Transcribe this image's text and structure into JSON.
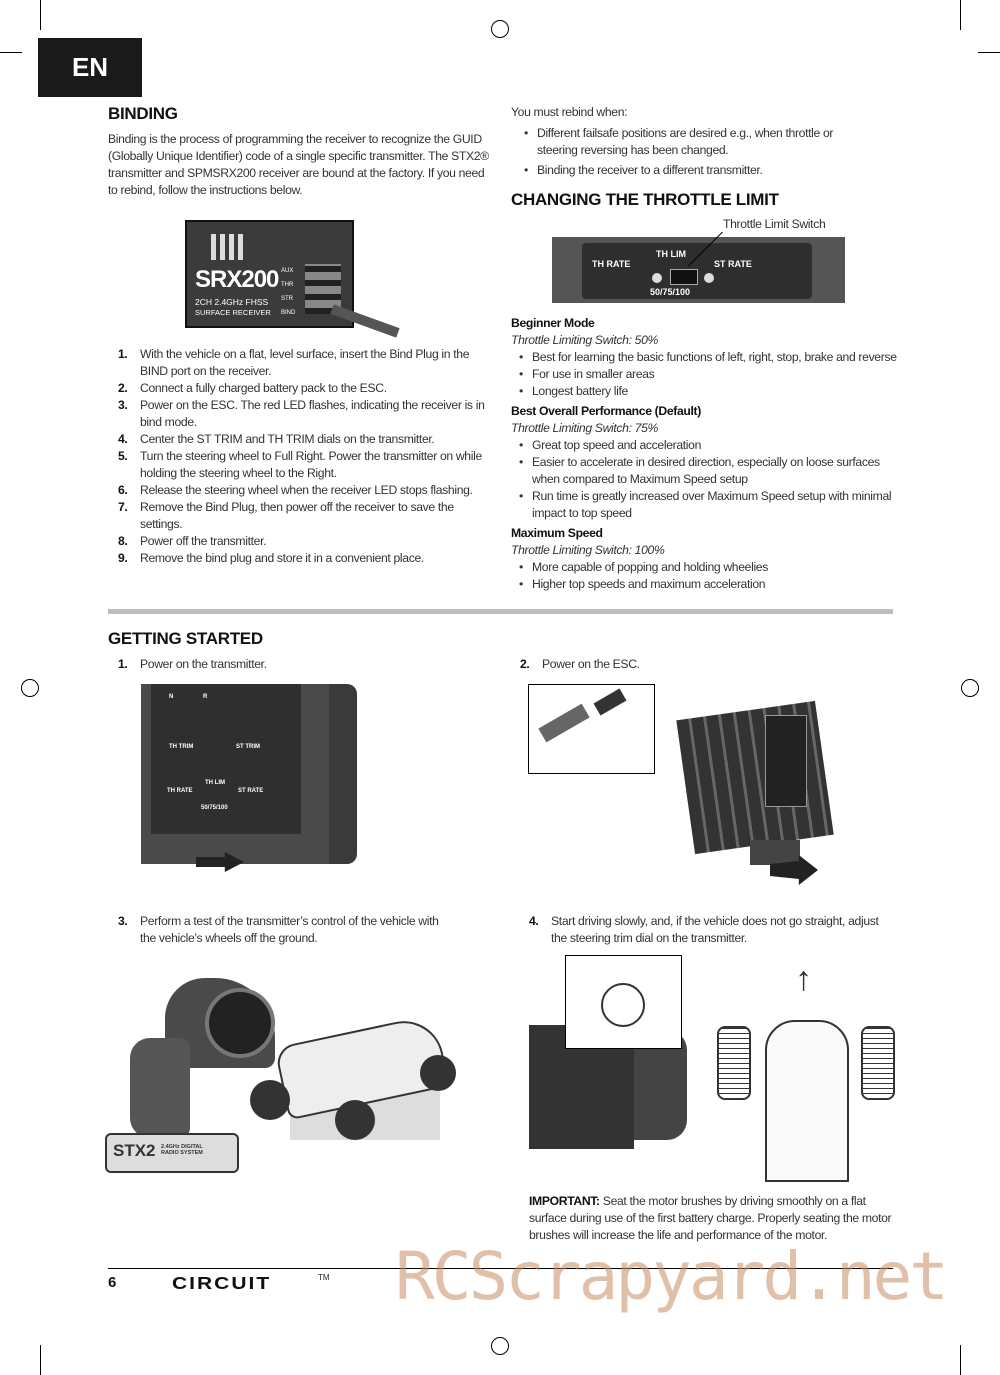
{
  "lang_tab": "EN",
  "binding": {
    "title": "BINDING",
    "intro": "Binding is the process of programming the receiver to recognize the GUID (Globally Unique Identifier) code of a single specific transmitter. The STX2® transmitter and SPMSRX200 receiver are bound at the factory. If you need to rebind, follow the instructions below.",
    "receiver": {
      "model": "SRX200",
      "line1": "2CH 2.4GHz FHSS",
      "line2": "SURFACE RECEIVER",
      "ports": [
        "AUX",
        "THR",
        "STR",
        "BIND"
      ]
    },
    "steps": [
      {
        "n": "1.",
        "t": "With the vehicle on a flat, level surface, insert the Bind Plug in the BIND port on the receiver."
      },
      {
        "n": "2.",
        "t": "Connect a fully charged battery pack to the ESC."
      },
      {
        "n": "3.",
        "t": "Power on the ESC. The red LED flashes, indicating the receiver is in bind mode."
      },
      {
        "n": "4.",
        "t": "Center the ST TRIM and TH TRIM dials on the transmitter."
      },
      {
        "n": "5.",
        "t": "Turn the steering wheel to Full Right. Power the transmitter on while holding the steering wheel to the Right."
      },
      {
        "n": "6.",
        "t": "Release the steering wheel when the receiver LED stops flashing."
      },
      {
        "n": "7.",
        "t": "Remove the Bind Plug, then power off the receiver to save the settings."
      },
      {
        "n": "8.",
        "t": "Power off the transmitter."
      },
      {
        "n": "9.",
        "t": "Remove the bind plug and store it in a convenient place."
      }
    ],
    "rebind_intro": "You must rebind when:",
    "rebind_items": [
      "Different failsafe positions are desired e.g., when throttle or steering reversing has been changed.",
      "Binding the receiver to a different transmitter."
    ]
  },
  "throttle": {
    "title": "CHANGING THE THROTTLE LIMIT",
    "callout": "Throttle Limit Switch",
    "panel": {
      "th_lim": "TH LIM",
      "th_rate": "TH RATE",
      "st_rate": "ST RATE",
      "scale": "50/75/100"
    },
    "modes": [
      {
        "name": "Beginner Mode",
        "setting": "Throttle Limiting Switch: 50%",
        "items": [
          "Best for learning the basic functions of left, right, stop, brake and reverse",
          "For use in smaller areas",
          "Longest battery life"
        ]
      },
      {
        "name": "Best Overall Performance (Default)",
        "setting": "Throttle Limiting Switch: 75%",
        "items": [
          "Great top speed and acceleration",
          "Easier to accelerate in desired direction, especially on loose surfaces when compared to Maximum Speed setup",
          "Run time is greatly increased over Maximum Speed setup with minimal impact to top speed"
        ]
      },
      {
        "name": "Maximum Speed",
        "setting": "Throttle Limiting Switch: 100%",
        "items": [
          "More capable of popping and holding wheelies",
          "Higher top speeds and maximum acceleration"
        ]
      }
    ]
  },
  "getting_started": {
    "title": "GETTING STARTED",
    "steps": [
      {
        "n": "1.",
        "t": "Power on the transmitter."
      },
      {
        "n": "2.",
        "t": "Power on the ESC."
      },
      {
        "n": "3.",
        "t": "Perform a test of the transmitter’s control of the vehicle with the vehicle’s wheels off the ground."
      },
      {
        "n": "4.",
        "t": "Start driving slowly, and, if the vehicle does not go straight, adjust the steering trim dial on the transmitter."
      }
    ],
    "tx_labels": {
      "th_trim": "TH TRIM",
      "st_trim": "ST TRIM",
      "th_rate": "TH RATE",
      "st_rate": "ST RATE",
      "th_lim": "TH LIM",
      "scale": "50/75/100",
      "n": "N",
      "r": "R"
    },
    "tx_brand": "STX2",
    "tx_sub": "2.4GHz DIGITAL RADIO SYSTEM",
    "important_label": "IMPORTANT:",
    "important_text": " Seat the motor brushes by driving smoothly on a flat surface during use of the first battery charge. Properly seating the motor brushes will increase the life and performance of the motor."
  },
  "footer": {
    "page": "6",
    "brand": "CIRCUIT",
    "tm": "TM",
    "watermark": "RCScrapyard.net"
  }
}
